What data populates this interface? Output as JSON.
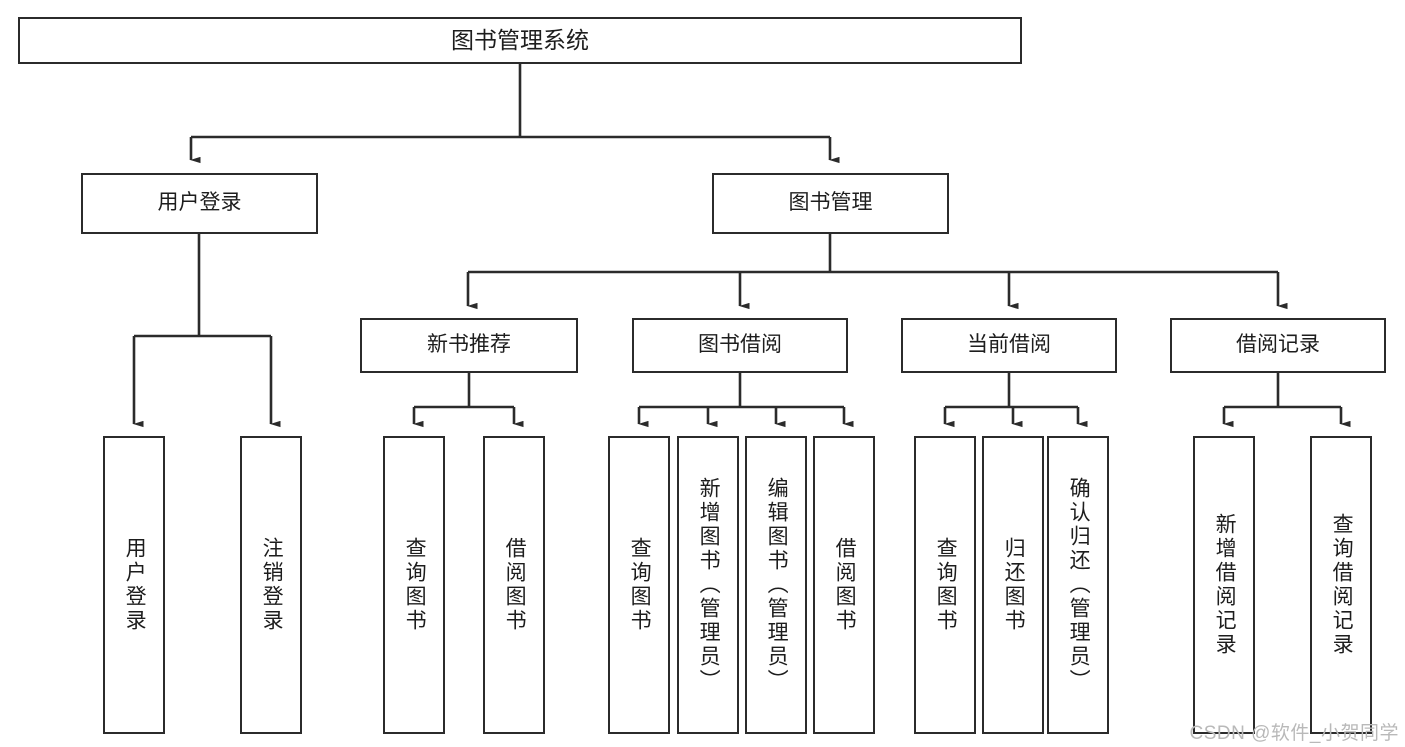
{
  "diagram": {
    "title": "图书管理系统",
    "type": "tree",
    "watermark": "CSDN @软件_小贺同学",
    "colors": {
      "box_border": "#2b2b2b",
      "box_fill": "#ffffff",
      "connector": "#2b2b2b",
      "text": "#1d1d1d",
      "watermark": "#b9b9b9",
      "background": "#ffffff"
    },
    "root": {
      "label": "图书管理系统"
    },
    "level1": [
      {
        "label": "用户登录"
      },
      {
        "label": "图书管理"
      }
    ],
    "level2": [
      {
        "label": "新书推荐"
      },
      {
        "label": "图书借阅"
      },
      {
        "label": "当前借阅"
      },
      {
        "label": "借阅记录"
      }
    ],
    "leaves": {
      "user_login": [
        {
          "label": "用户登录"
        },
        {
          "label": "注销登录"
        }
      ],
      "new_book_recommend": [
        {
          "label": "查询图书"
        },
        {
          "label": "借阅图书"
        }
      ],
      "book_borrow": [
        {
          "label": "查询图书"
        },
        {
          "label": "新增图书（管理员）"
        },
        {
          "label": "编辑图书（管理员）"
        },
        {
          "label": "借阅图书"
        }
      ],
      "current_borrow": [
        {
          "label": "查询图书"
        },
        {
          "label": "归还图书"
        },
        {
          "label": "确认归还（管理员）"
        }
      ],
      "borrow_record": [
        {
          "label": "新增借阅记录"
        },
        {
          "label": "查询借阅记录"
        }
      ]
    }
  }
}
